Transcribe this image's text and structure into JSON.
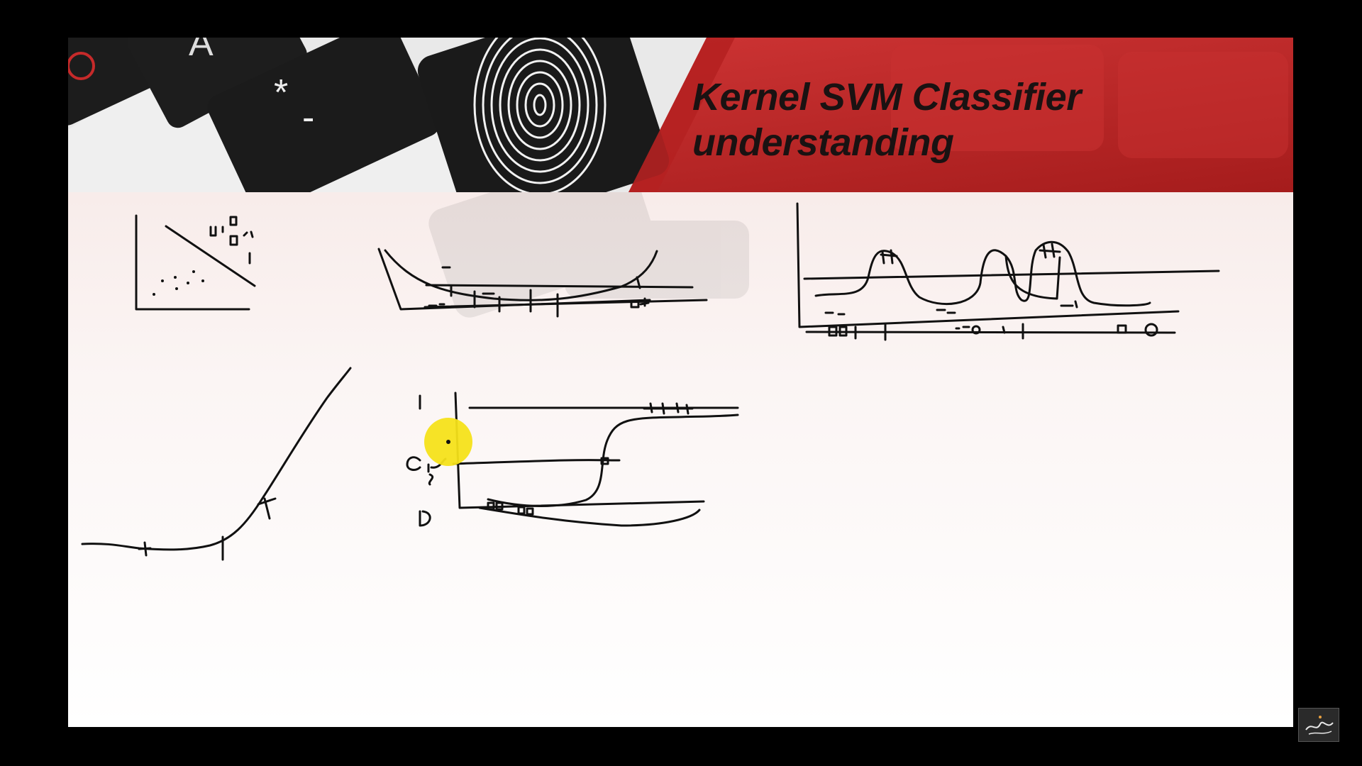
{
  "slide": {
    "title_line1": "Kernel SVM Classifier",
    "title_line2": "understanding"
  },
  "banner": {
    "keyboard_keys": [
      "A",
      "*",
      "-"
    ],
    "colors": {
      "red": "#c62a2a",
      "dark_red": "#8b1414",
      "key": "#1c1c1c"
    }
  },
  "pointer": {
    "color": "#f6e11a"
  },
  "channel_logo": {
    "icon": "calligraphy-logo-icon"
  }
}
